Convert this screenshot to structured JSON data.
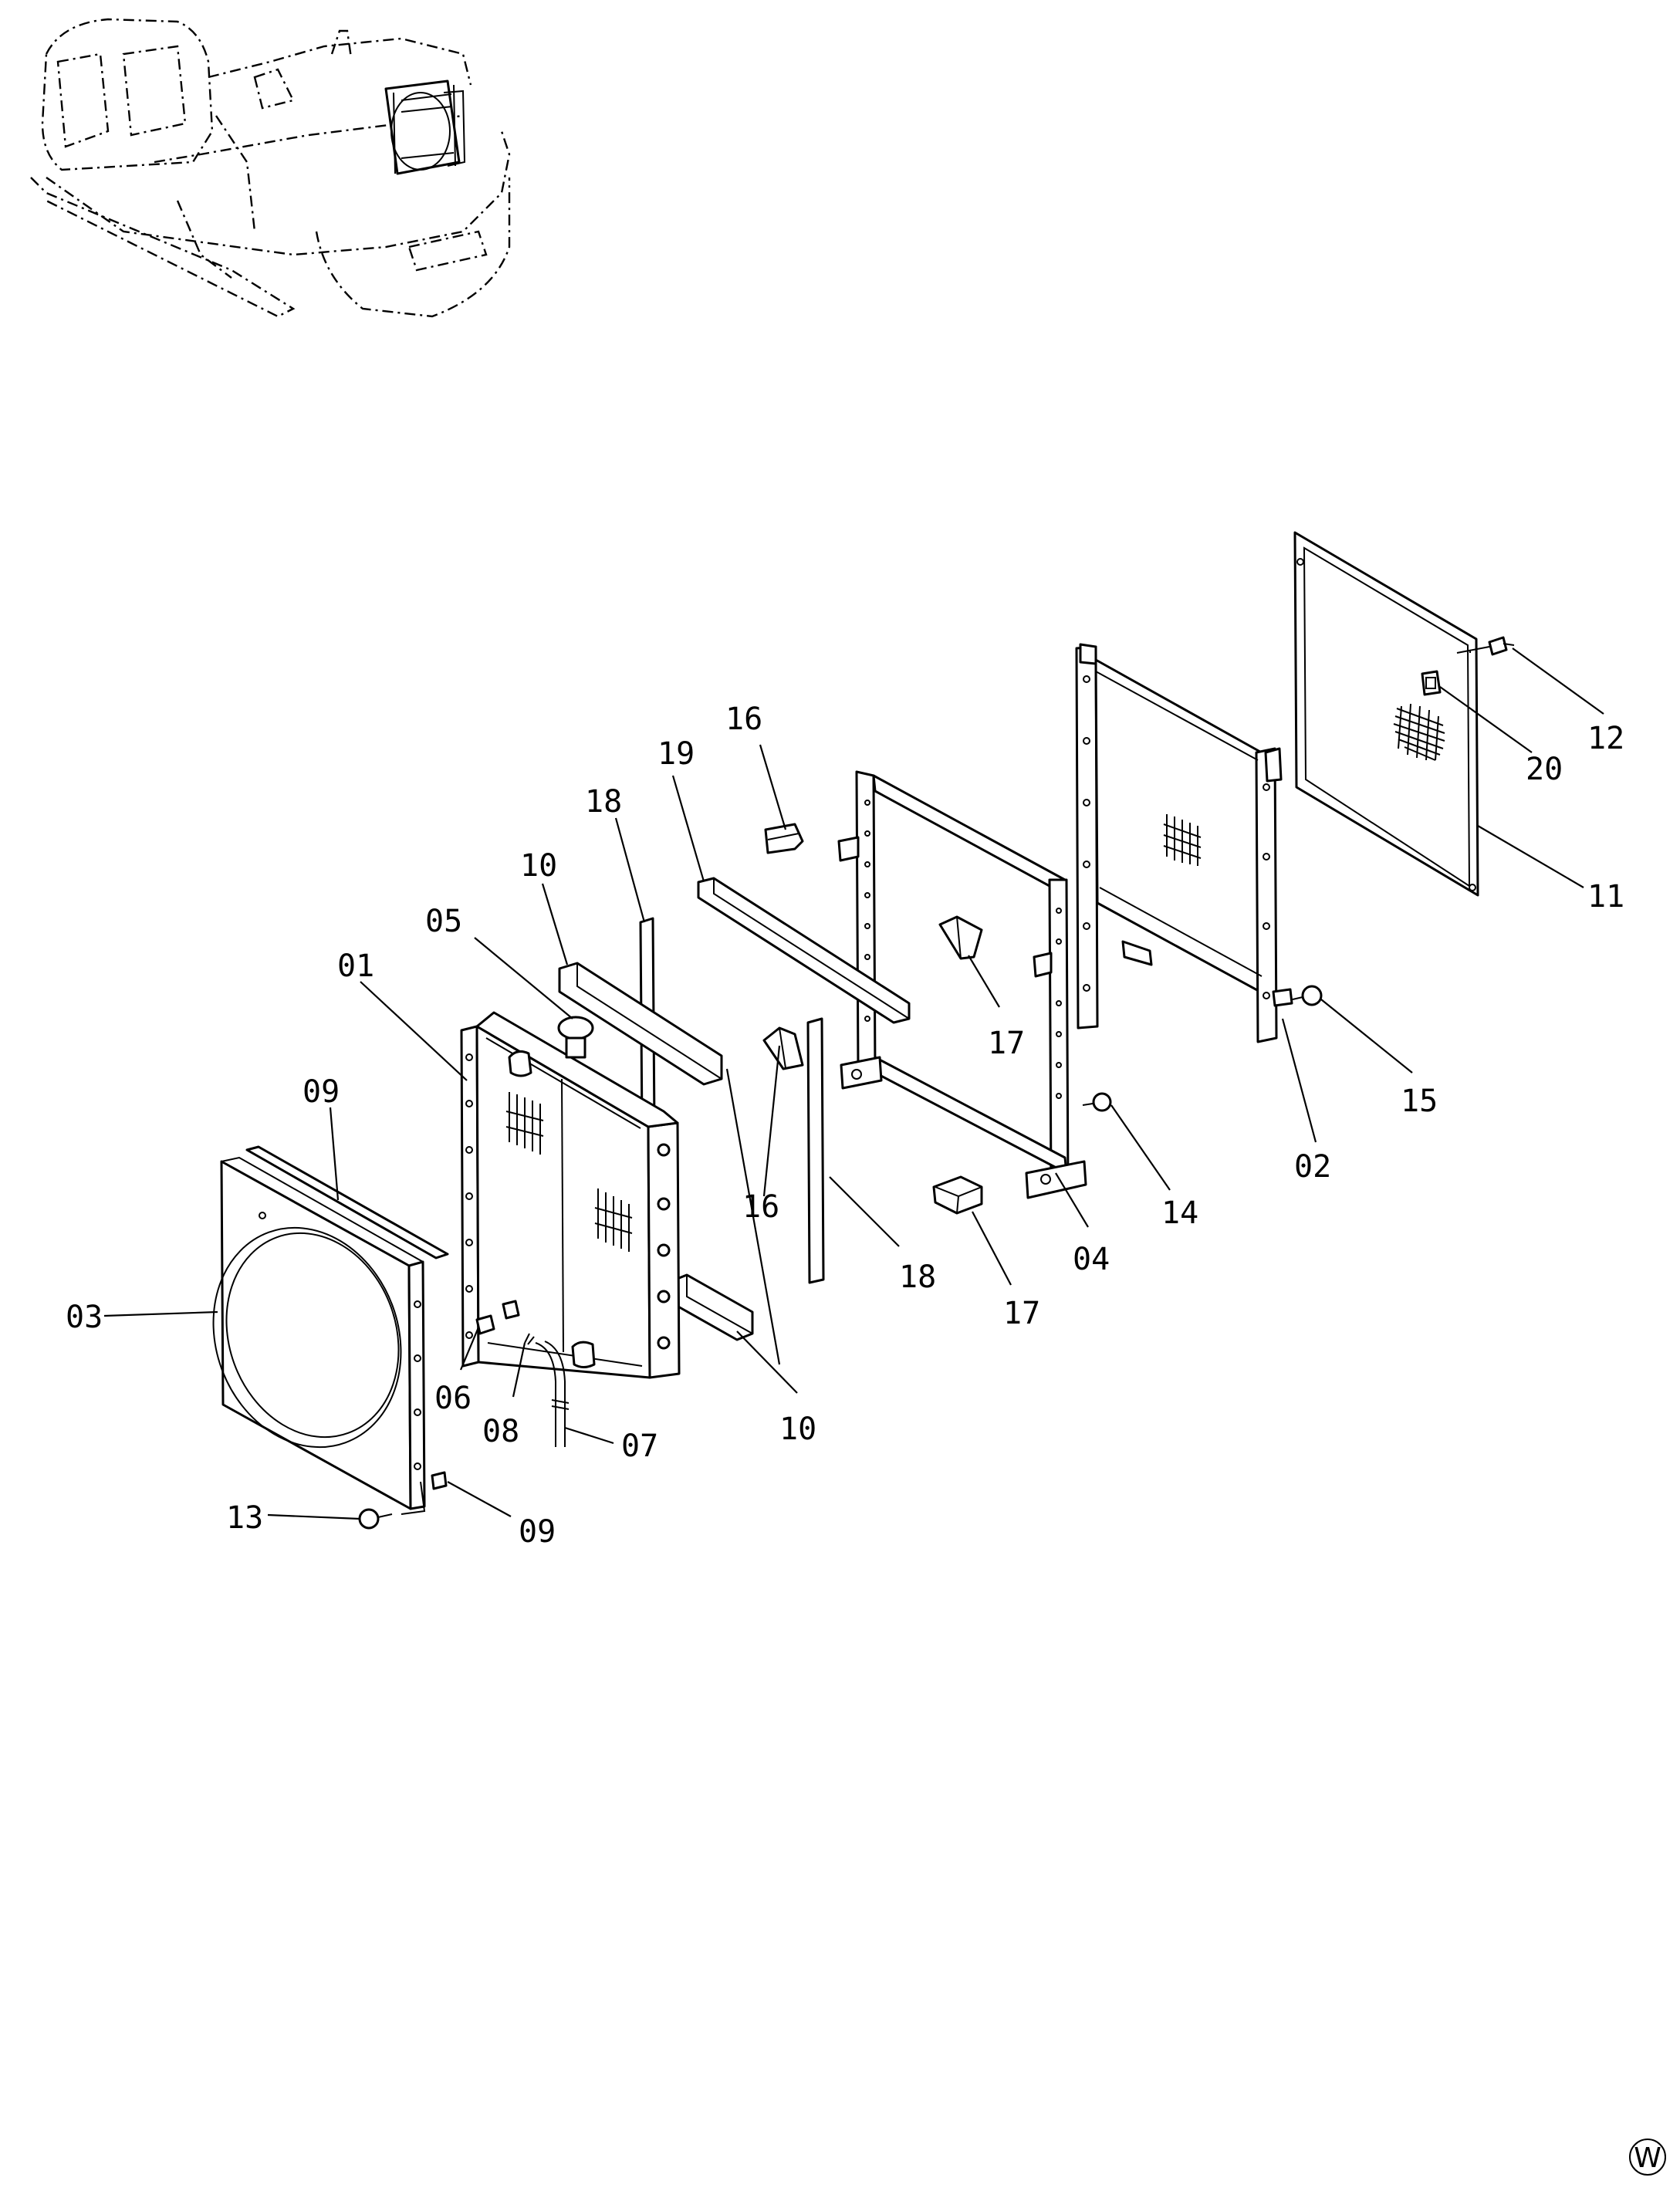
{
  "diagram": {
    "labels": {
      "01": "01",
      "02": "02",
      "03": "03",
      "04": "04",
      "05": "05",
      "06": "06",
      "07": "07",
      "08": "08",
      "09": "09",
      "10": "10",
      "11": "11",
      "12": "12",
      "13": "13",
      "14": "14",
      "15": "15",
      "16": "16",
      "17": "17",
      "18": "18",
      "19": "19",
      "20": "20"
    },
    "corner_mark": "W"
  }
}
